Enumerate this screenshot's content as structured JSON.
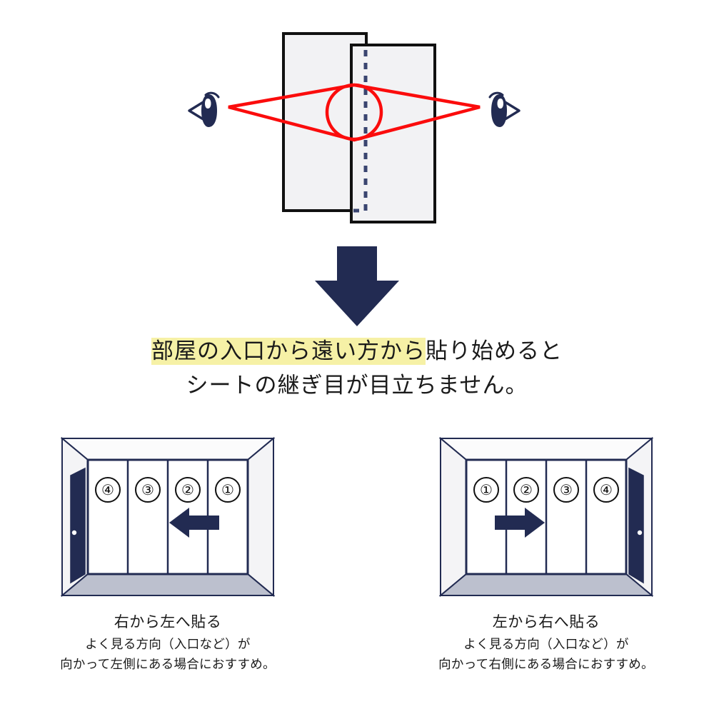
{
  "colors": {
    "navy": "#222b52",
    "navy_dark": "#1f2747",
    "red": "#fb0c0c",
    "panel_fill": "#f2f2f4",
    "panel_stroke": "#111111",
    "floor": "#bcc0ce",
    "wall_light": "#fbfbfc",
    "wall_side": "#f4f4f6",
    "highlight_yellow": "#f6f1a6",
    "text": "#1a1a1a"
  },
  "overlap_diagram": {
    "left_eye_icon": "eye-icon",
    "right_eye_icon": "eye-icon",
    "sight_line_color": "#fb0c0c",
    "seam_line_style": "dashed",
    "back_sheet_label": "",
    "front_sheet_label": ""
  },
  "down_arrow": {
    "icon": "arrow-down-icon",
    "color": "#222b52"
  },
  "headline": {
    "line1_highlight": "部屋の入口から遠い方から",
    "line1_rest": "貼り始めると",
    "line2": "シートの継ぎ目が目立ちません。"
  },
  "rooms": [
    {
      "id": "right-to-left",
      "door_side": "left",
      "arrow_icon": "arrow-left-icon",
      "arrow_direction": "left",
      "panel_labels": [
        "④",
        "③",
        "②",
        "①"
      ],
      "caption_title": "右から左へ貼る",
      "caption_line1": "よく見る方向（入口など）が",
      "caption_line2": "向かって左側にある場合におすすめ。"
    },
    {
      "id": "left-to-right",
      "door_side": "right",
      "arrow_icon": "arrow-right-icon",
      "arrow_direction": "right",
      "panel_labels": [
        "①",
        "②",
        "③",
        "④"
      ],
      "caption_title": "左から右へ貼る",
      "caption_line1": "よく見る方向（入口など）が",
      "caption_line2": "向かって右側にある場合におすすめ。"
    }
  ]
}
